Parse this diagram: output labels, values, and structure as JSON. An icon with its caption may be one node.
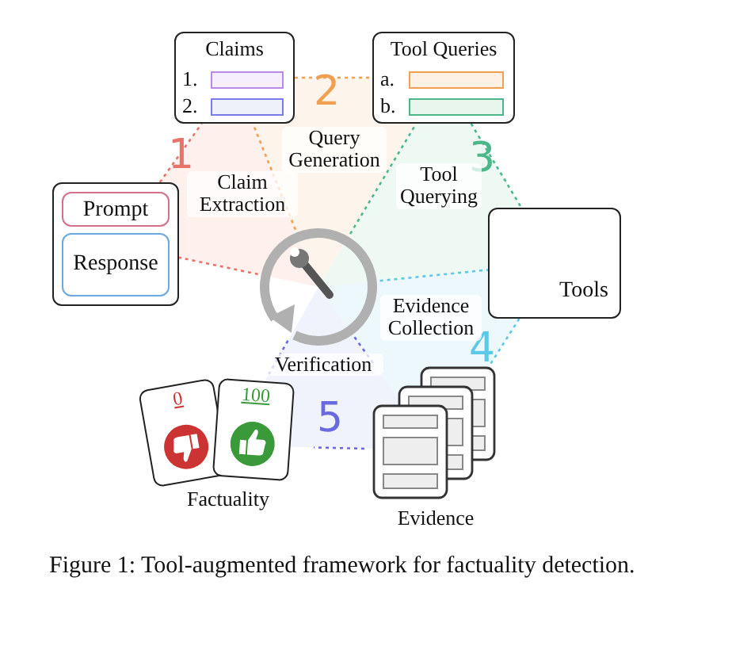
{
  "diagram": {
    "caption": "Figure 1: Tool-augmented framework for factuality detection.",
    "nodes": [
      {
        "text": [],
        "shape": "box"
      },
      {
        "text": [
          "Prompt"
        ],
        "in": 0
      },
      {
        "text": [
          "Response"
        ],
        "in": 0
      },
      {
        "text": [
          "Claims",
          "1.",
          "2."
        ]
      },
      {
        "text": [
          "Tool Queries",
          "a.",
          "b."
        ]
      },
      {
        "text": [
          "Tools"
        ]
      },
      {
        "text": [
          "Evidence"
        ]
      },
      {
        "text": [
          "0",
          "100",
          "Factuality"
        ]
      },
      {
        "text": [],
        "shape": "picture"
      }
    ],
    "edges": [
      {
        "from": 0,
        "to": 3,
        "arrow": "none",
        "style": "dashed",
        "color": "#e8736c"
      },
      {
        "from": 3,
        "to": 4,
        "arrow": "none",
        "style": "dashed",
        "color": "#f0a050"
      },
      {
        "from": 4,
        "to": 5,
        "arrow": "none",
        "style": "dashed",
        "color": "#4cb88a"
      },
      {
        "from": 5,
        "to": 6,
        "arrow": "none",
        "style": "dashed",
        "color": "#5cc8e8"
      },
      {
        "from": 6,
        "to": 7,
        "arrow": "none",
        "style": "dashed",
        "color": "#6a6ae0"
      },
      {
        "from": 8,
        "to": 0,
        "arrow": "none",
        "style": "dashed",
        "color": "#e8736c"
      },
      {
        "from": 8,
        "to": 3,
        "arrow": "none",
        "style": "dashed",
        "color": "#f0a050"
      },
      {
        "from": 8,
        "to": 4,
        "arrow": "none",
        "style": "dashed",
        "color": "#4cb88a"
      },
      {
        "from": 8,
        "to": 5,
        "arrow": "none",
        "style": "dashed",
        "color": "#5cc8e8"
      },
      {
        "from": 8,
        "to": 6,
        "arrow": "none",
        "style": "dashed",
        "color": "#6a6ae0"
      },
      {
        "from": 8,
        "to": 7,
        "arrow": "none",
        "style": "dashed",
        "color": "#6a6ae0"
      }
    ],
    "labels": [
      "1",
      "Claim Extraction",
      "2",
      "Query Generation",
      "3",
      "Tool Querying",
      "4",
      "Evidence Collection",
      "5",
      "Verification"
    ]
  }
}
